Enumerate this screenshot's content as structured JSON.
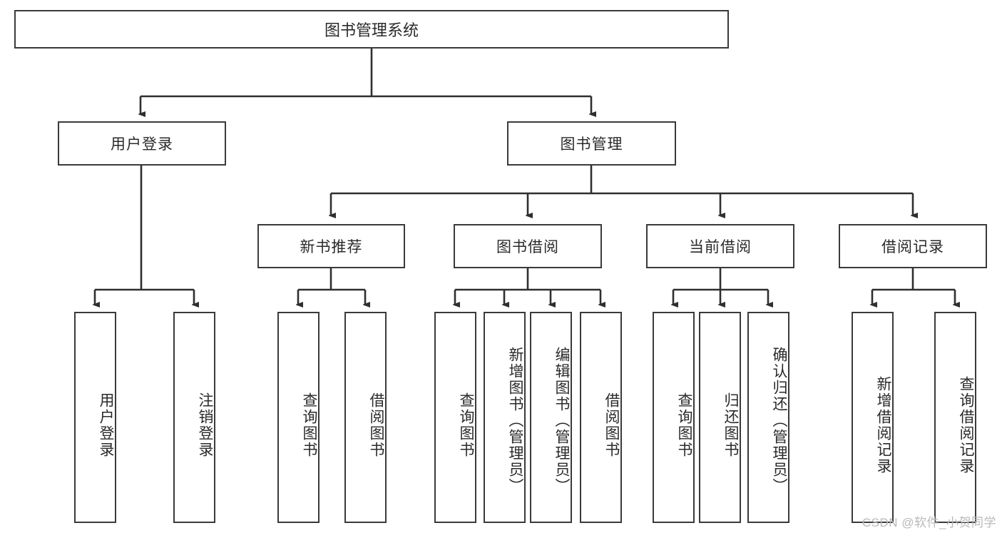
{
  "diagram": {
    "type": "tree",
    "title": "图书管理系统",
    "watermark": "CSDN @软件_小贺同学",
    "colors": {
      "node_border": "#3a3a3a",
      "node_fill": "#ffffff",
      "connector": "#2f2f2f",
      "text": "#2a2a2a",
      "watermark": "#b9b9b9",
      "background": "#ffffff"
    },
    "root": {
      "label": "图书管理系统"
    },
    "level1": [
      {
        "label": "用户登录"
      },
      {
        "label": "图书管理"
      }
    ],
    "level2": [
      {
        "label": "新书推荐"
      },
      {
        "label": "图书借阅"
      },
      {
        "label": "当前借阅"
      },
      {
        "label": "借阅记录"
      }
    ],
    "leaves": {
      "user_login": [
        {
          "label": "用户登录"
        },
        {
          "label": "注销登录"
        }
      ],
      "new_book_recommend": [
        {
          "label": "查询图书"
        },
        {
          "label": "借阅图书"
        }
      ],
      "book_borrow": [
        {
          "label": "查询图书"
        },
        {
          "label": "新增图书（管理员）"
        },
        {
          "label": "编辑图书（管理员）"
        },
        {
          "label": "借阅图书"
        }
      ],
      "current_borrow": [
        {
          "label": "查询图书"
        },
        {
          "label": "归还图书"
        },
        {
          "label": "确认归还（管理员）"
        }
      ],
      "borrow_record": [
        {
          "label": "新增借阅记录"
        },
        {
          "label": "查询借阅记录"
        }
      ]
    }
  }
}
